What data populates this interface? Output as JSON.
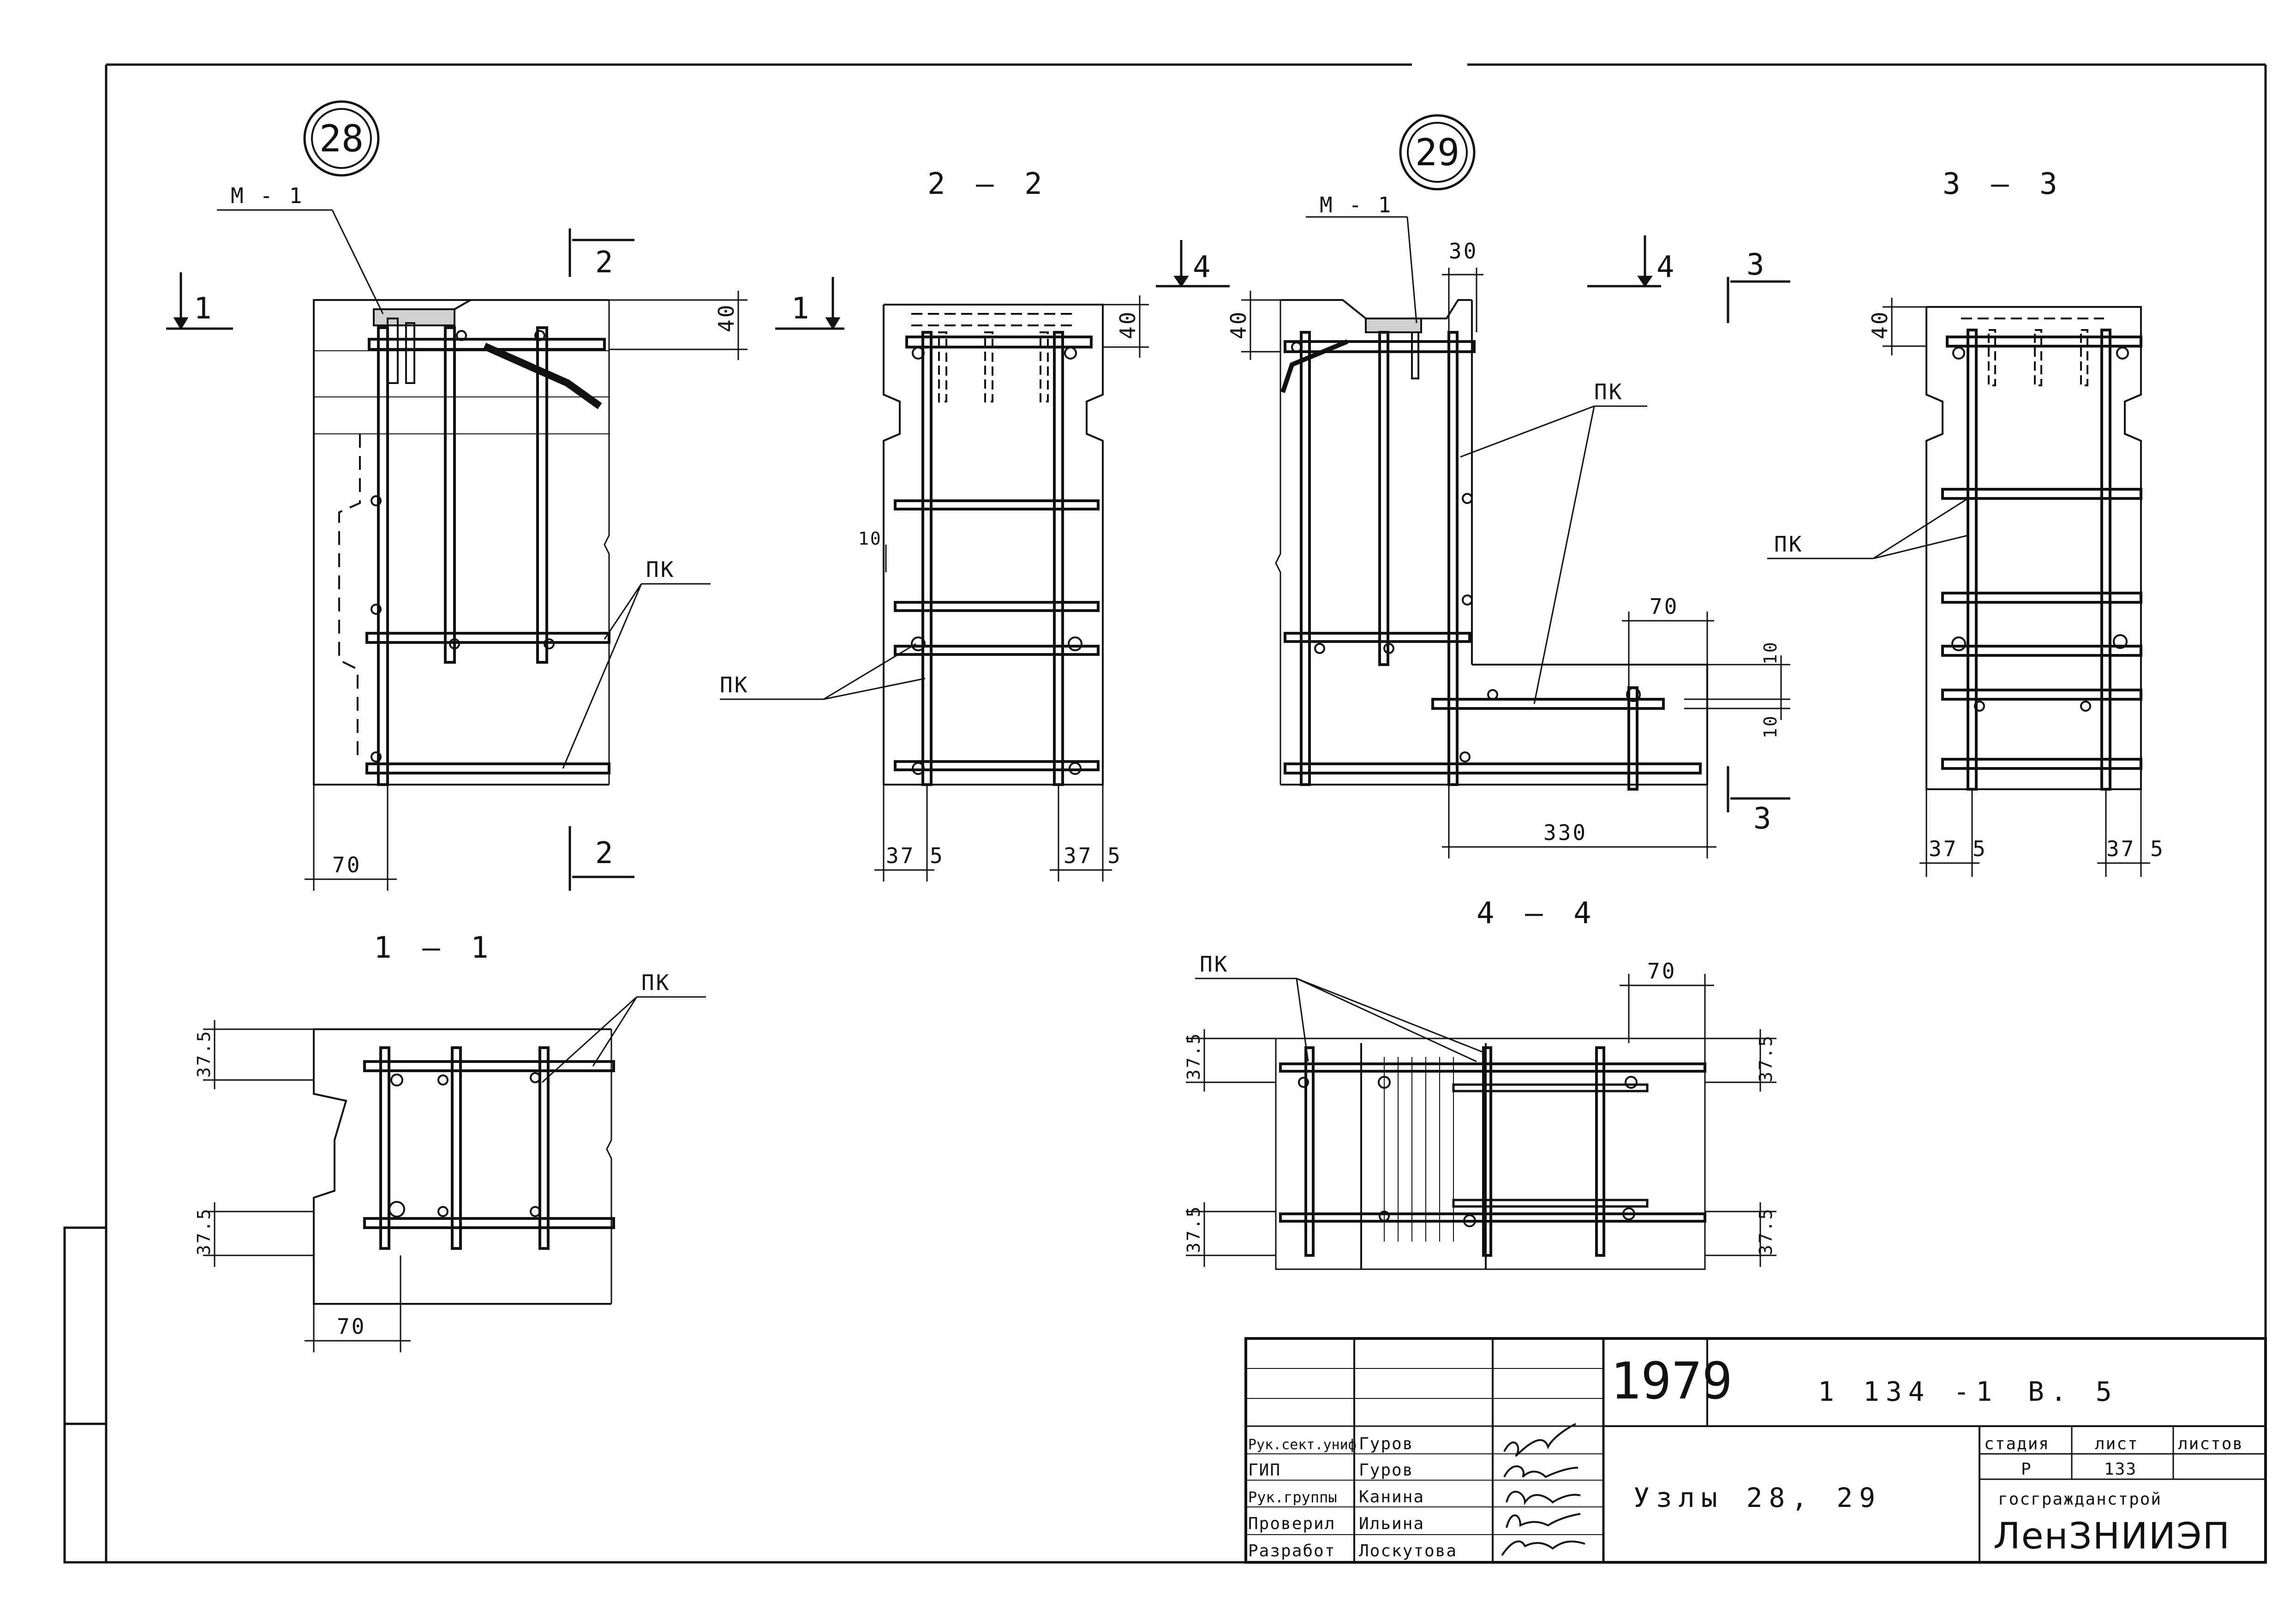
{
  "nodes": {
    "n28": "28",
    "n29": "29"
  },
  "sections": {
    "s22": "2 — 2",
    "s33": "3 — 3",
    "s11": "1 — 1",
    "s44": "4 — 4"
  },
  "cuts": {
    "c1": "1",
    "c2": "2",
    "c3": "3",
    "c4": "4"
  },
  "labels": {
    "m1": "М - 1",
    "pk": "ПК"
  },
  "dims": {
    "d40": "40",
    "d70": "70",
    "d375": "37 5",
    "d10": "10",
    "d30": "30",
    "d330": "330",
    "d37_5": "37.5",
    "d37_5v": "37.5"
  },
  "title_block": {
    "year": "1979",
    "series": "1 134 -1",
    "issue": "В. 5",
    "drawing_name": "Узлы 28, 29",
    "roles": [
      "Рук.сект.униф",
      "ГИП",
      "Рук.группы",
      "Проверил",
      "Разработ"
    ],
    "names": [
      "Гуров",
      "Гуров",
      "Канина",
      "Ильина",
      "Лоскутова"
    ],
    "stage_header": "стадия",
    "sheet_header": "лист",
    "sheets_header": "листов",
    "stage_value": "Р",
    "sheet_value": "133",
    "org_top": "госгражданстрой",
    "org_bottom": "ЛенЗНИИЭП"
  }
}
